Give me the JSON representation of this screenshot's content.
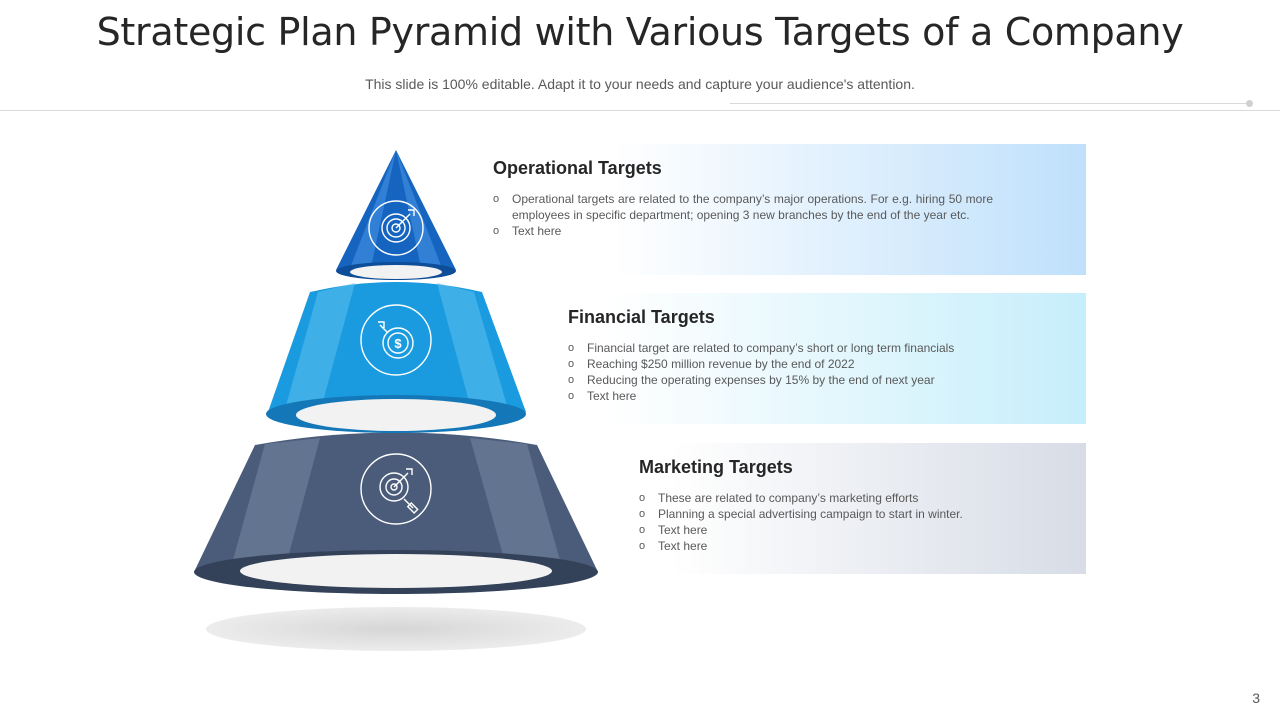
{
  "title": "Strategic Plan Pyramid with Various Targets of a Company",
  "subtitle": "This slide is 100% editable. Adapt it to your needs and capture your audience's attention.",
  "colors": {
    "top_tier": "#1565c0",
    "middle_tier": "#1a9be0",
    "bottom_tier": "#4a5c7a"
  },
  "tiers": [
    {
      "icon": "target-icon",
      "title": "Operational Targets",
      "bullets": [
        "Operational targets are related to the company’s major operations. For e.g. hiring 50 more employees in specific department; opening 3 new branches by the end of the year etc.",
        "Text here"
      ]
    },
    {
      "icon": "dollar-target-icon",
      "title": "Financial Targets",
      "bullets": [
        "Financial target are related to company’s short or long term financials",
        "Reaching $250 million revenue  by the end of 2022",
        "Reducing the operating expenses by 15% by the end of next year",
        "Text here"
      ]
    },
    {
      "icon": "marketing-target-icon",
      "title": "Marketing Targets",
      "bullets": [
        "These are related to company’s marketing efforts",
        "Planning a special advertising  campaign to start in winter.",
        "Text here",
        "Text here"
      ]
    }
  ],
  "page_number": "3"
}
